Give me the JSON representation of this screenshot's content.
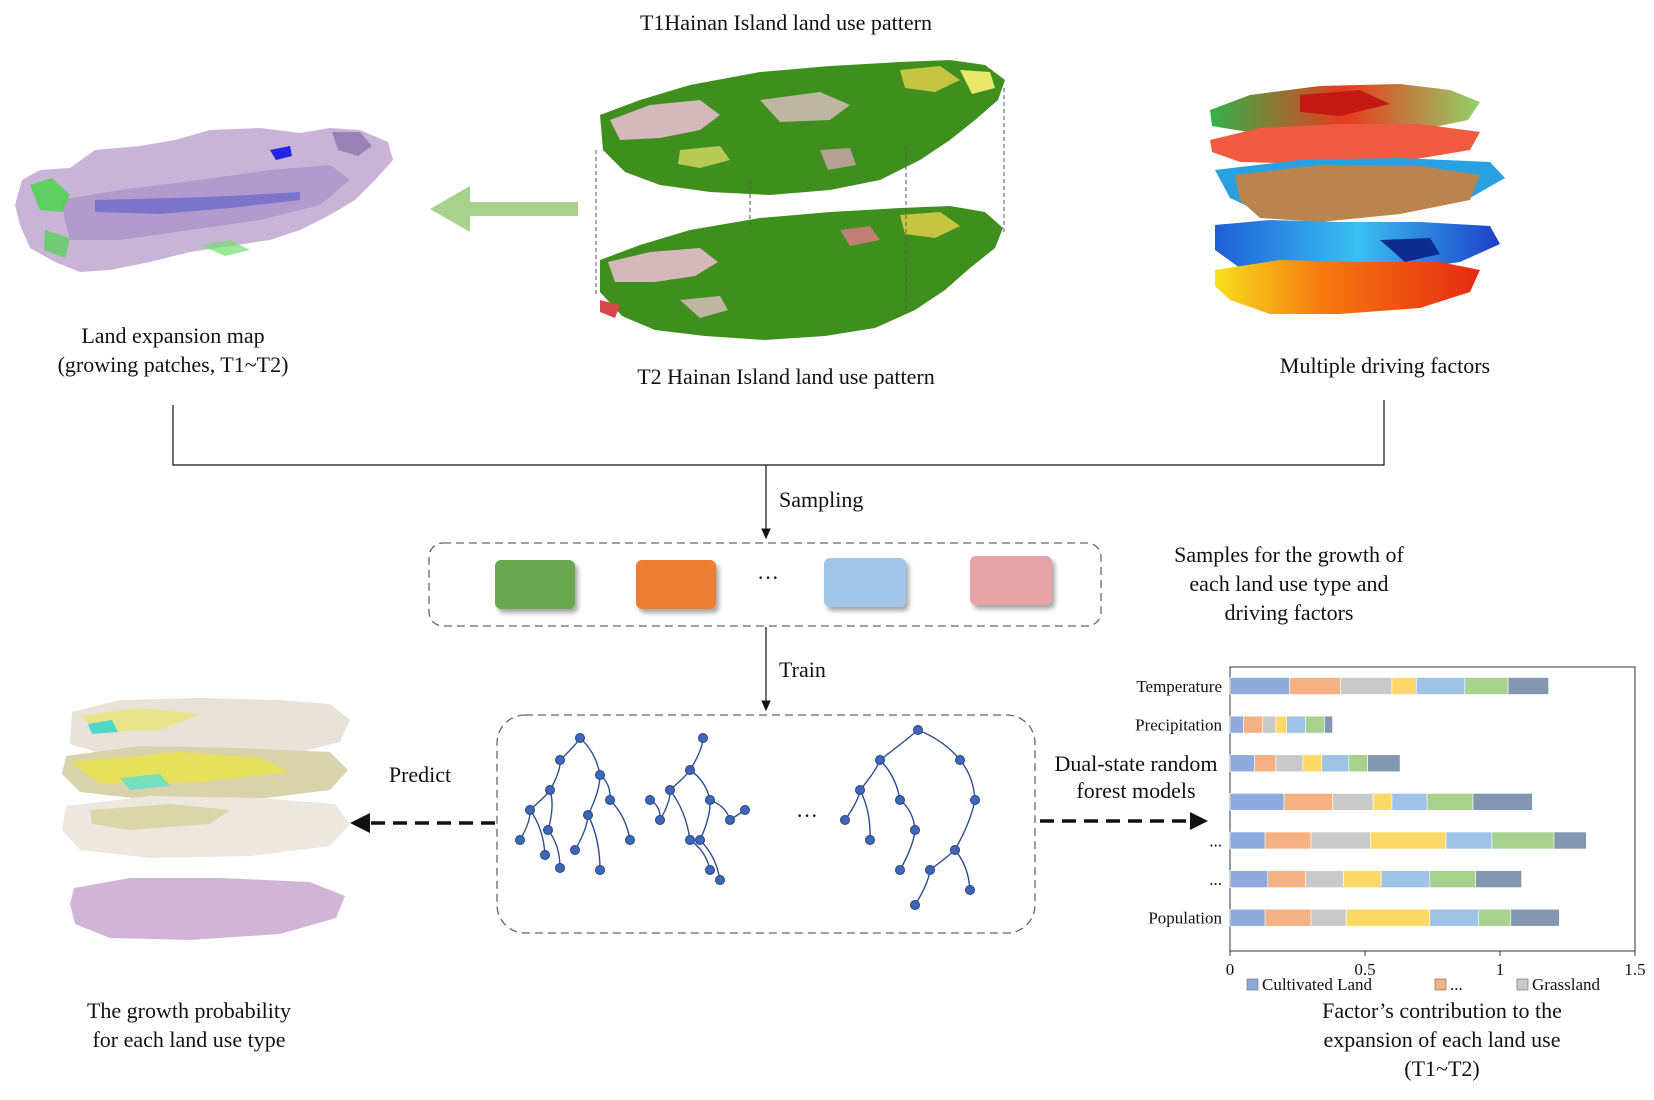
{
  "labels": {
    "t1_title": "T1Hainan Island land use pattern",
    "t2_title": "T2 Hainan Island land use pattern",
    "expansion_line1": "Land expansion map",
    "expansion_line2": "(growing patches, T1~T2)",
    "driving_factors": "Multiple driving factors",
    "sampling": "Sampling",
    "train": "Train",
    "predict": "Predict",
    "samples_line1": "Samples for the growth of",
    "samples_line2": "each land use type and",
    "samples_line3": "driving factors",
    "ellipsis": "···",
    "rf_line1": "Dual-state random",
    "rf_line2": "forest models",
    "growth_line1": "The growth probability",
    "growth_line2": "for each land use type",
    "contrib_line1": "Factor’s contribution to the",
    "contrib_line2": "expansion of each land use",
    "contrib_line3": "(T1~T2)"
  },
  "sample_colors": [
    "#6aa84f",
    "#ed7d31",
    "#9fc5e8",
    "#e6a3a8"
  ],
  "chart_data": {
    "type": "bar",
    "stacked": true,
    "orientation": "horizontal",
    "categories": [
      "Temperature",
      "Precipitation",
      "",
      "",
      "...",
      "...",
      "Population"
    ],
    "series": [
      {
        "name": "Cultivated Land",
        "color": "#8faadc",
        "values": [
          0.22,
          0.05,
          0.09,
          0.2,
          0.13,
          0.14,
          0.13
        ]
      },
      {
        "name": "...",
        "color": "#f4b183",
        "values": [
          0.19,
          0.07,
          0.08,
          0.18,
          0.17,
          0.14,
          0.17
        ]
      },
      {
        "name": "Grassland",
        "color": "#c9c9c9",
        "values": [
          0.19,
          0.05,
          0.1,
          0.15,
          0.22,
          0.14,
          0.13
        ]
      },
      {
        "name": "",
        "color": "#ffd966",
        "values": [
          0.09,
          0.04,
          0.07,
          0.07,
          0.28,
          0.14,
          0.31
        ]
      },
      {
        "name": "",
        "color": "#9dc3e6",
        "values": [
          0.18,
          0.07,
          0.1,
          0.13,
          0.17,
          0.18,
          0.18
        ]
      },
      {
        "name": "",
        "color": "#a9d18e",
        "values": [
          0.16,
          0.07,
          0.07,
          0.17,
          0.23,
          0.17,
          0.12
        ]
      },
      {
        "name": "",
        "color": "#8497b0",
        "values": [
          0.15,
          0.03,
          0.12,
          0.22,
          0.12,
          0.17,
          0.18
        ]
      }
    ],
    "xlim": [
      0,
      1.5
    ],
    "xticks": [
      "0",
      "0.5",
      "1",
      "1.5"
    ],
    "legend_position": "bottom"
  }
}
